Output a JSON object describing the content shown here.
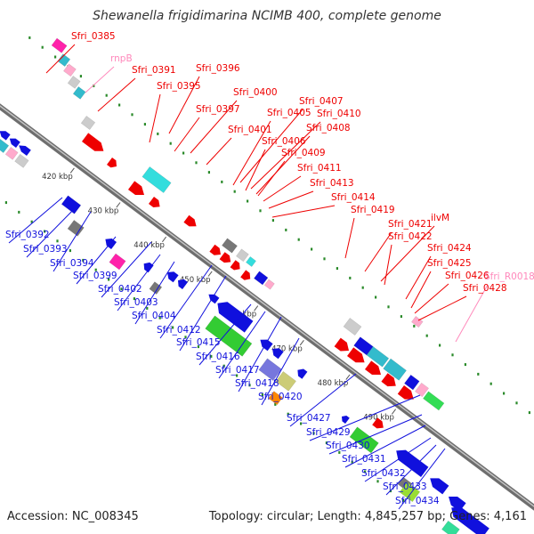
{
  "title": "Shewanella frigidimarina NCIMB 400, complete genome",
  "footer": {
    "accession": "Accession: NC_008345",
    "summary": "Topology: circular; Length: 4,845,257 bp; Genes: 4,161"
  },
  "colors": {
    "backbone": "#8a8a8a",
    "forward_strand": "#ee0000",
    "reverse_strand": "#1010dd",
    "rna_label": "#ff88bb",
    "gc_dots": "#2a8a2a"
  },
  "ticks": [
    "420 kbp",
    "430 kbp",
    "440 kbp",
    "450 kbp",
    "460 kbp",
    "470 kbp",
    "480 kbp",
    "490 kbp"
  ],
  "labels_top": [
    {
      "text": "Sfri_0385",
      "color": "#ee0000"
    },
    {
      "text": "rnpB",
      "color": "#ff88bb"
    },
    {
      "text": "Sfri_0391",
      "color": "#ee0000"
    },
    {
      "text": "Sfri_0396",
      "color": "#ee0000"
    },
    {
      "text": "Sfri_0395",
      "color": "#ee0000"
    },
    {
      "text": "Sfri_0400",
      "color": "#ee0000"
    },
    {
      "text": "Sfri_0397",
      "color": "#ee0000"
    },
    {
      "text": "Sfri_0407",
      "color": "#ee0000"
    },
    {
      "text": "Sfri_0405",
      "color": "#ee0000"
    },
    {
      "text": "Sfri_0410",
      "color": "#ee0000"
    },
    {
      "text": "Sfri_0401",
      "color": "#ee0000"
    },
    {
      "text": "Sfri_0408",
      "color": "#ee0000"
    },
    {
      "text": "Sfri_0406",
      "color": "#ee0000"
    },
    {
      "text": "Sfri_0409",
      "color": "#ee0000"
    },
    {
      "text": "Sfri_0411",
      "color": "#ee0000"
    },
    {
      "text": "Sfri_0413",
      "color": "#ee0000"
    },
    {
      "text": "Sfri_0414",
      "color": "#ee0000"
    },
    {
      "text": "Sfri_0419",
      "color": "#ee0000"
    },
    {
      "text": "Sfri_0421",
      "color": "#ee0000"
    },
    {
      "text": "ilvM",
      "color": "#ee0000"
    },
    {
      "text": "Sfri_0422",
      "color": "#ee0000"
    },
    {
      "text": "Sfri_0424",
      "color": "#ee0000"
    },
    {
      "text": "Sfri_0425",
      "color": "#ee0000"
    },
    {
      "text": "Sfri_0426",
      "color": "#ee0000"
    },
    {
      "text": "Sfri_0428",
      "color": "#ee0000"
    },
    {
      "text": "Sfri_R0018",
      "color": "#ff88bb"
    }
  ],
  "labels_bottom": [
    {
      "text": "Sfri_0392",
      "color": "#1010dd"
    },
    {
      "text": "Sfri_0393",
      "color": "#1010dd"
    },
    {
      "text": "Sfri_0394",
      "color": "#1010dd"
    },
    {
      "text": "Sfri_0399",
      "color": "#1010dd"
    },
    {
      "text": "Sfri_0402",
      "color": "#1010dd"
    },
    {
      "text": "Sfri_0403",
      "color": "#1010dd"
    },
    {
      "text": "Sfri_0404",
      "color": "#1010dd"
    },
    {
      "text": "Sfri_0412",
      "color": "#1010dd"
    },
    {
      "text": "Sfri_0415",
      "color": "#1010dd"
    },
    {
      "text": "Sfri_0416",
      "color": "#1010dd"
    },
    {
      "text": "Sfri_0417",
      "color": "#1010dd"
    },
    {
      "text": "Sfri_0418",
      "color": "#1010dd"
    },
    {
      "text": "Sfri_0420",
      "color": "#1010dd"
    },
    {
      "text": "Sfri_0427",
      "color": "#1010dd"
    },
    {
      "text": "Sfri_0429",
      "color": "#1010dd"
    },
    {
      "text": "Sfri_0430",
      "color": "#1010dd"
    },
    {
      "text": "Sfri_0431",
      "color": "#1010dd"
    },
    {
      "text": "Sfri_0432",
      "color": "#1010dd"
    },
    {
      "text": "Sfri_0433",
      "color": "#1010dd"
    },
    {
      "text": "Sfri_0434",
      "color": "#1010dd"
    }
  ]
}
